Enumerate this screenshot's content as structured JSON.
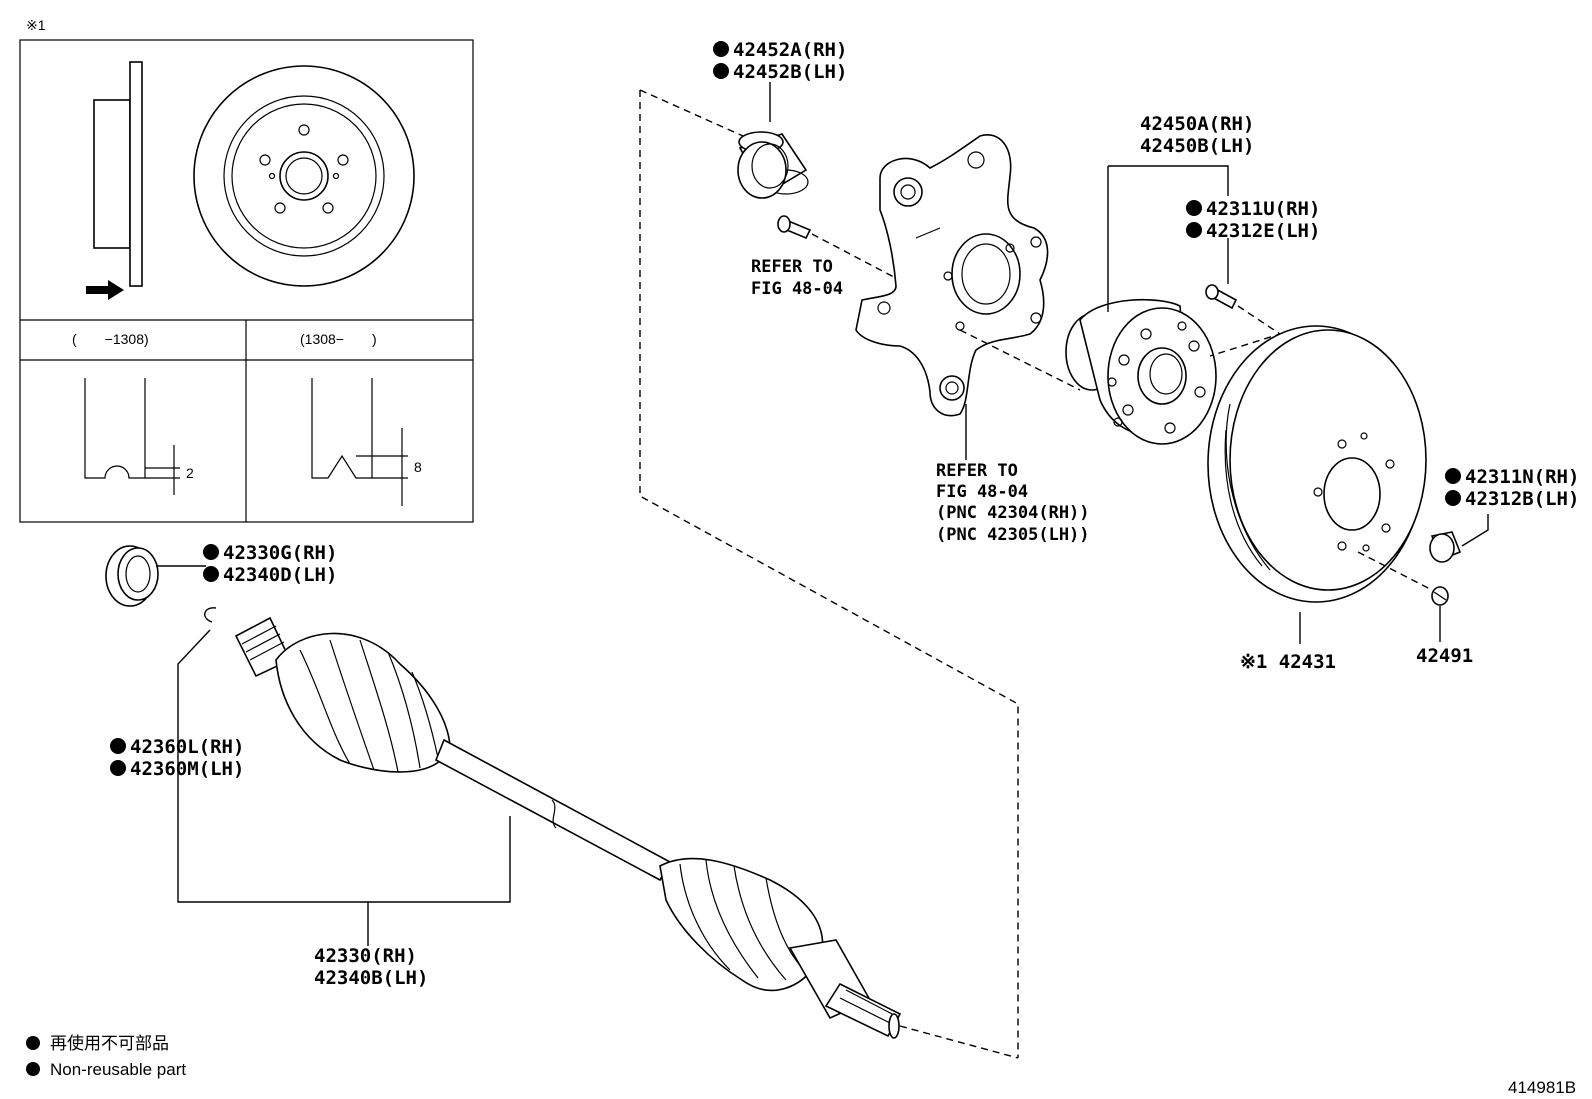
{
  "inset": {
    "marker": "※1",
    "range_left": "(　　−1308)",
    "range_right": "(1308−　　)",
    "dim_left": "2",
    "dim_right": "8"
  },
  "parts": {
    "p42452_rh": "42452A(RH)",
    "p42452_lh": "42452B(LH)",
    "p42450_rh": "42450A(RH)",
    "p42450_lh": "42450B(LH)",
    "p42311u_rh": "42311U(RH)",
    "p42312e_lh": "42312E(LH)",
    "p42311n_rh": "42311N(RH)",
    "p42312b_lh": "42312B(LH)",
    "p42330g_rh": "42330G(RH)",
    "p42340d_lh": "42340D(LH)",
    "p42360l_rh": "42360L(RH)",
    "p42360m_lh": "42360M(LH)",
    "p42330_rh": "42330(RH)",
    "p42340b_lh": "42340B(LH)",
    "p42431": "※1 42431",
    "p42491": "42491"
  },
  "refs": {
    "refer_bolt_1": "REFER TO",
    "refer_bolt_2": "FIG 48-04",
    "refer_knuckle_1": "REFER TO",
    "refer_knuckle_2": "FIG 48-04",
    "refer_knuckle_3": "(PNC 42304(RH))",
    "refer_knuckle_4": "(PNC 42305(LH))"
  },
  "legend": {
    "jp": "再使用不可部品",
    "en": "Non-reusable part"
  },
  "figure_id": "414981B"
}
